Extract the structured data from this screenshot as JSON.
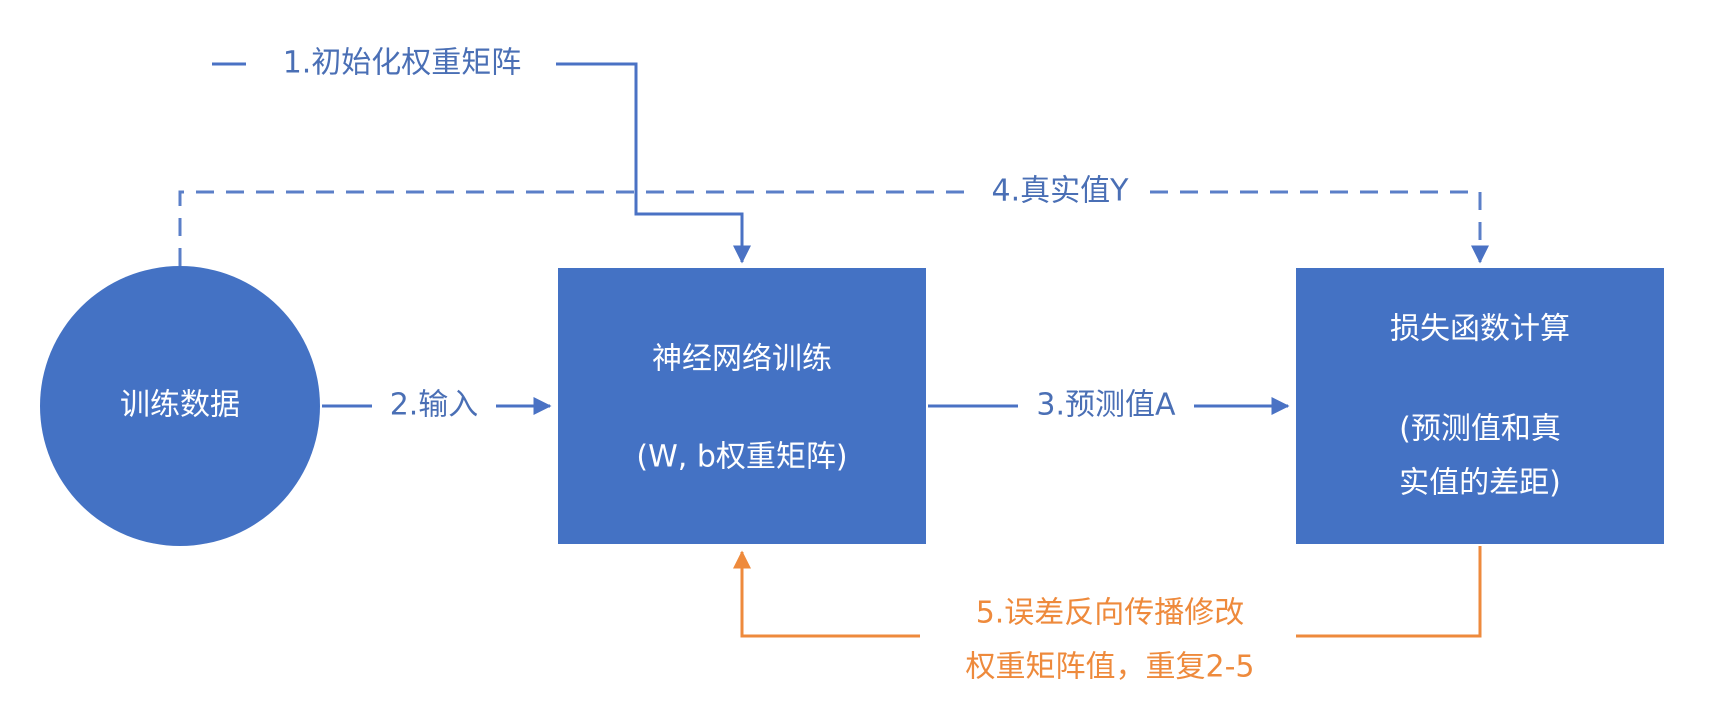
{
  "colors": {
    "node_fill": "#4472c4",
    "edge_blue": "#4a72c4",
    "edge_orange": "#ee8a3c",
    "text_on_node": "#ffffff"
  },
  "nodes": {
    "training_data": {
      "label": "训练数据"
    },
    "nn_training": {
      "line1": "神经网络训练",
      "line2": "(W, b权重矩阵)"
    },
    "loss_calc": {
      "line1": "损失函数计算",
      "line2": "(预测值和真",
      "line3": "实值的差距)"
    }
  },
  "edges": {
    "init_weights": {
      "label": "1.初始化权重矩阵"
    },
    "input": {
      "label": "2.输入"
    },
    "prediction": {
      "label": "3.预测值A"
    },
    "true_value": {
      "label": "4.真实值Y"
    },
    "backprop": {
      "line1": "5.误差反向传播修改",
      "line2": "权重矩阵值，重复2-5"
    }
  }
}
